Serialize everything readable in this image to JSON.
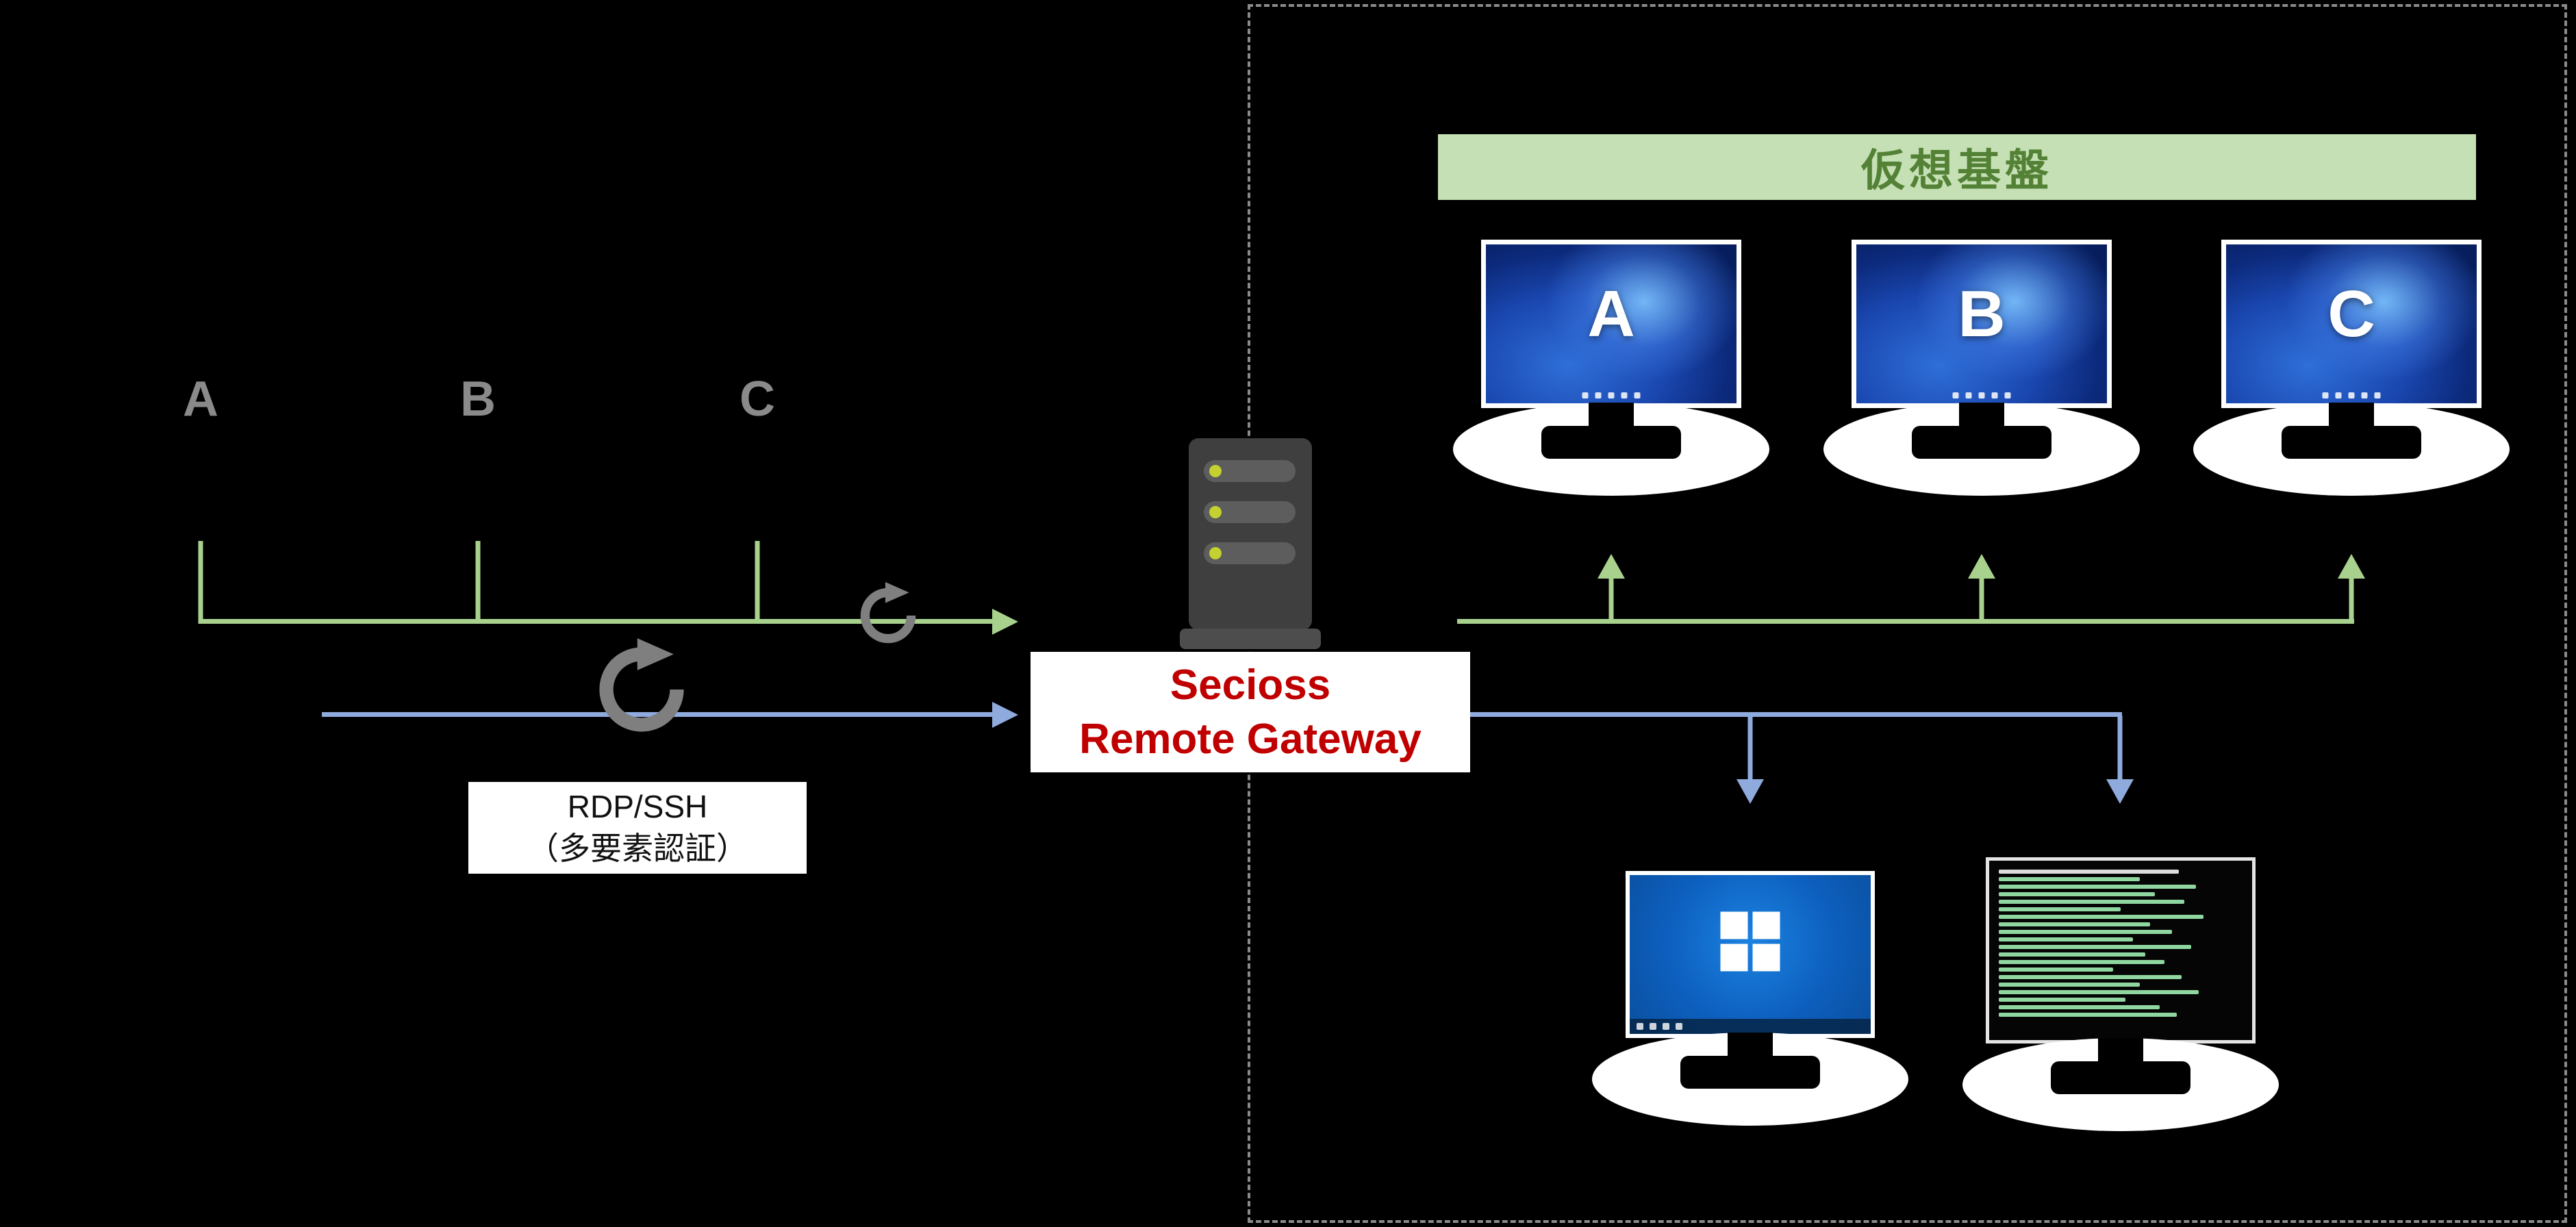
{
  "clients": {
    "labels": [
      "A",
      "B",
      "C"
    ]
  },
  "connections": {
    "rdp_box": {
      "line1": "RDP/SSH",
      "line2": "（多要素認証）"
    }
  },
  "gateway": {
    "name_line1": "Secioss",
    "name_line2": "Remote Gateway"
  },
  "virtual_platform": {
    "title": "仮想基盤",
    "vm_labels": [
      "A",
      "B",
      "C"
    ]
  },
  "colors": {
    "green_line": "#A9D18E",
    "blue_line": "#8FAADC",
    "icon_gray": "#7F7F7F",
    "label_gray": "#8A8A8A",
    "gateway_red": "#C00000",
    "header_bg": "#C5E0B4",
    "header_text": "#538135",
    "server_body": "#3F3F3F",
    "server_led": "#C3D230"
  }
}
